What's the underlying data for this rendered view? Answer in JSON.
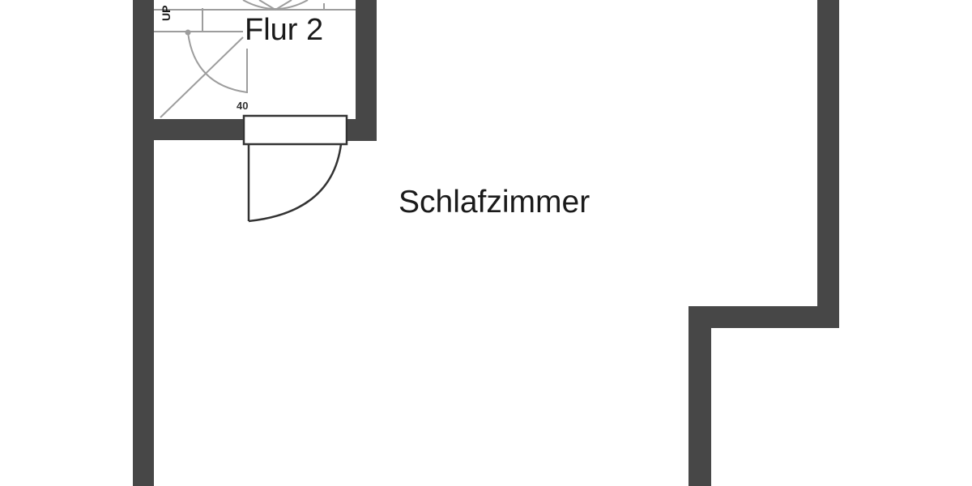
{
  "floorplan": {
    "rooms": [
      {
        "id": "flur2",
        "label": "Flur 2"
      },
      {
        "id": "schlafzimmer",
        "label": "Schlafzimmer"
      }
    ],
    "stairs": {
      "up_label": "UP",
      "down_label": "40"
    },
    "colors": {
      "wall": "#474747",
      "background": "#ffffff",
      "stair_lines": "#9a9a9a",
      "text": "#1a1a1a"
    }
  }
}
